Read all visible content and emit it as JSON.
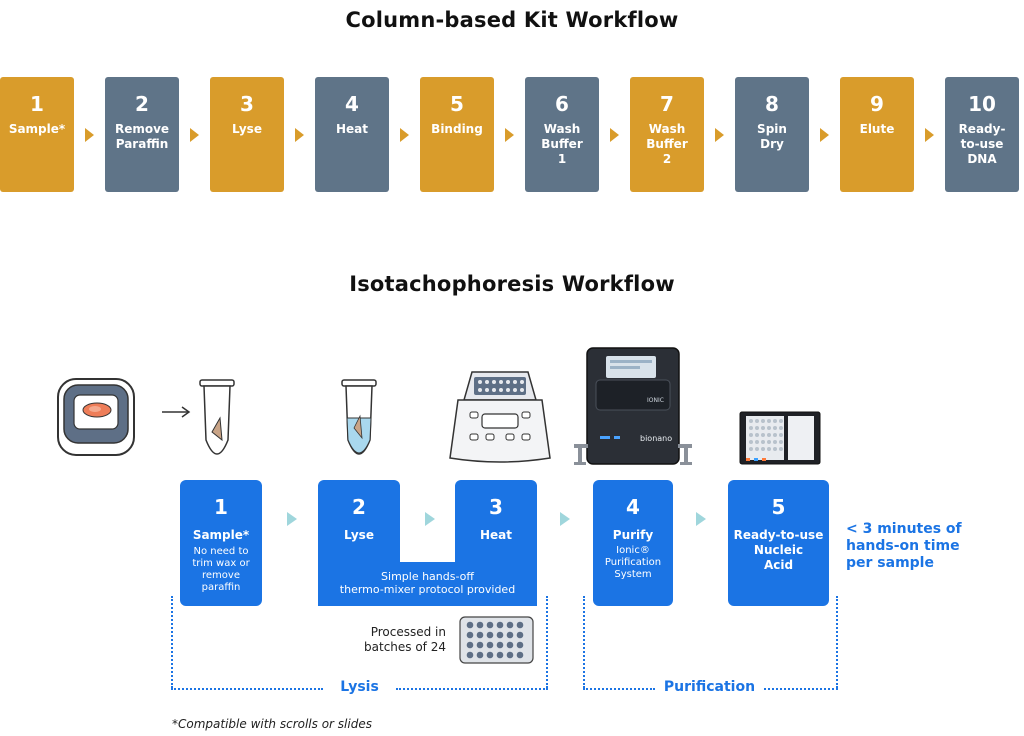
{
  "colors": {
    "gold": "#d99c2b",
    "slate": "#5f7488",
    "blue": "#1b74e4",
    "arrow_light": "#9fd6dc"
  },
  "column_kit": {
    "title": "Column-based Kit Workflow",
    "steps": [
      {
        "num": "1",
        "label": "Sample*",
        "color": "gold"
      },
      {
        "num": "2",
        "label": "Remove\nParaffin",
        "color": "slate"
      },
      {
        "num": "3",
        "label": "Lyse",
        "color": "gold"
      },
      {
        "num": "4",
        "label": "Heat",
        "color": "slate"
      },
      {
        "num": "5",
        "label": "Binding",
        "color": "gold"
      },
      {
        "num": "6",
        "label": "Wash\nBuffer\n1",
        "color": "slate"
      },
      {
        "num": "7",
        "label": "Wash\nBuffer\n2",
        "color": "gold"
      },
      {
        "num": "8",
        "label": "Spin\nDry",
        "color": "slate"
      },
      {
        "num": "9",
        "label": "Elute",
        "color": "gold"
      },
      {
        "num": "10",
        "label": "Ready-\nto-use\nDNA",
        "color": "slate"
      }
    ]
  },
  "itp": {
    "title": "Isotachophoresis Workflow",
    "steps": [
      {
        "num": "1",
        "label": "Sample*",
        "sub": "No need to\ntrim wax or\nremove\nparaffin"
      },
      {
        "num": "2",
        "label": "Lyse",
        "sub": ""
      },
      {
        "num": "3",
        "label": "Heat",
        "sub": ""
      },
      {
        "num": "4",
        "label": "Purify",
        "sub": "Ionic®\nPurification\nSystem"
      },
      {
        "num": "5",
        "label": "Ready-to-use\nNucleic\nAcid",
        "sub": ""
      }
    ],
    "shared_note": "Simple hands-off\nthermo-mixer protocol provided",
    "hands_on": "< 3 minutes of\nhands-on time\nper sample",
    "batch_note": "Processed in\nbatches of 24",
    "lysis_label": "Lysis",
    "purification_label": "Purification",
    "instrument_brand": "bionano",
    "instrument_model": "IONIC"
  },
  "footnote": "*Compatible with scrolls or slides"
}
